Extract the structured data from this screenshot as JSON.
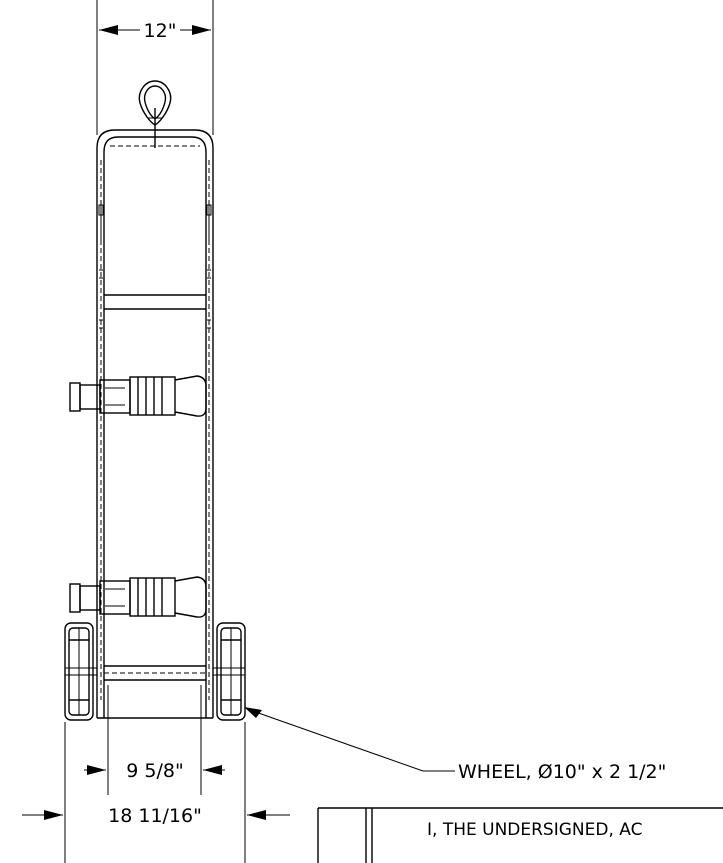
{
  "dimensions": {
    "top_width": "12\"",
    "axle_width": "9 5/8\"",
    "overall_width": "18 11/16\""
  },
  "callouts": {
    "wheel": "WHEEL, Ø10\" x 2 1/2\""
  },
  "title_block": {
    "text": "I, THE UNDERSIGNED, AC"
  }
}
